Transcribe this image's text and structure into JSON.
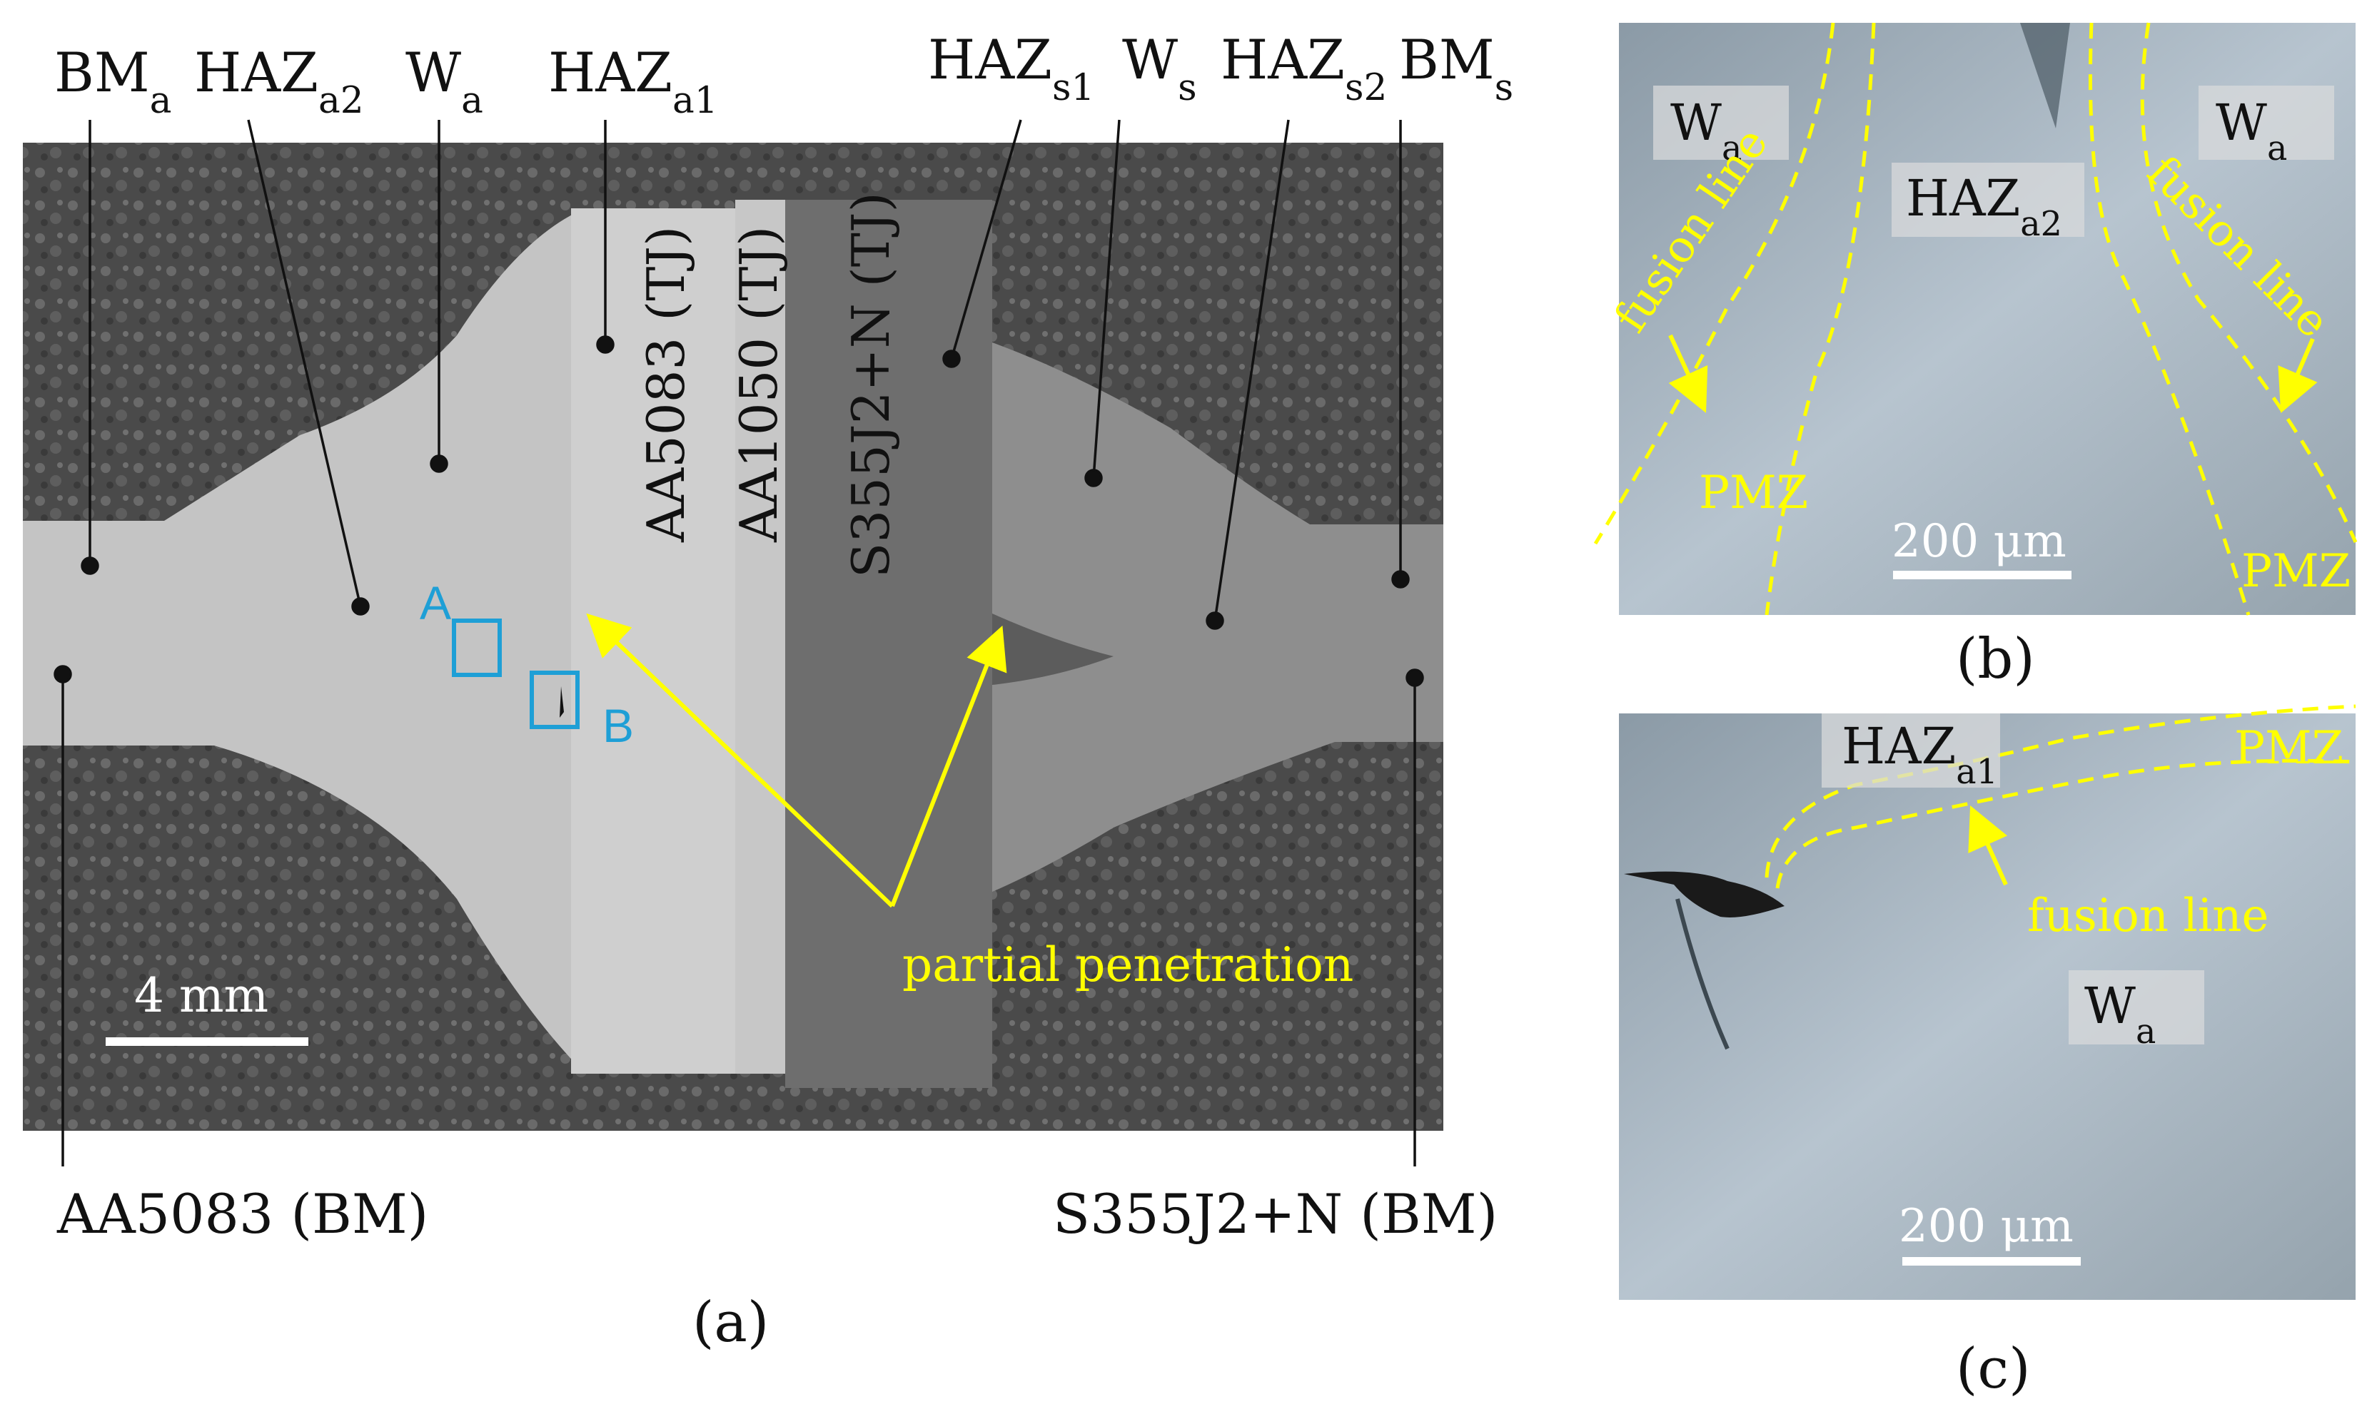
{
  "panel_a": {
    "caption": "(a)",
    "labels_top": {
      "bm_a": "BM_a",
      "haz_a2": "HAZ_a2",
      "w_a": "W_a",
      "haz_a1": "HAZ_a1",
      "haz_s1": "HAZ_s1",
      "w_s": "W_s",
      "haz_s2": "HAZ_s2",
      "bm_s": "BM_s"
    },
    "layers": {
      "aa5083_tj": "AA5083 (TJ)",
      "aa1050_tj": "AA1050 (TJ)",
      "s355_tj": "S355J2+N (TJ)"
    },
    "box_a": "A",
    "box_b": "B",
    "annotation": "partial penetration",
    "scale_bar": "4 mm",
    "bottom_left": "AA5083 (BM)",
    "bottom_right": "S355J2+N (BM)",
    "colors": {
      "annotation": "#ffff00",
      "box": "#1e9fd6"
    }
  },
  "panel_b": {
    "caption": "(b)",
    "w_a_left": "W_a",
    "w_a_right": "W_a",
    "haz_a2": "HAZ_a2",
    "fusion_left": "fusion line",
    "fusion_right": "fusion line",
    "pmz_left": "PMZ",
    "pmz_right": "PMZ",
    "scale_bar": "200 μm"
  },
  "panel_c": {
    "caption": "(c)",
    "haz_a1": "HAZ_a1",
    "pmz": "PMZ",
    "fusion": "fusion line",
    "w_a": "W_a",
    "scale_bar": "200 μm"
  }
}
